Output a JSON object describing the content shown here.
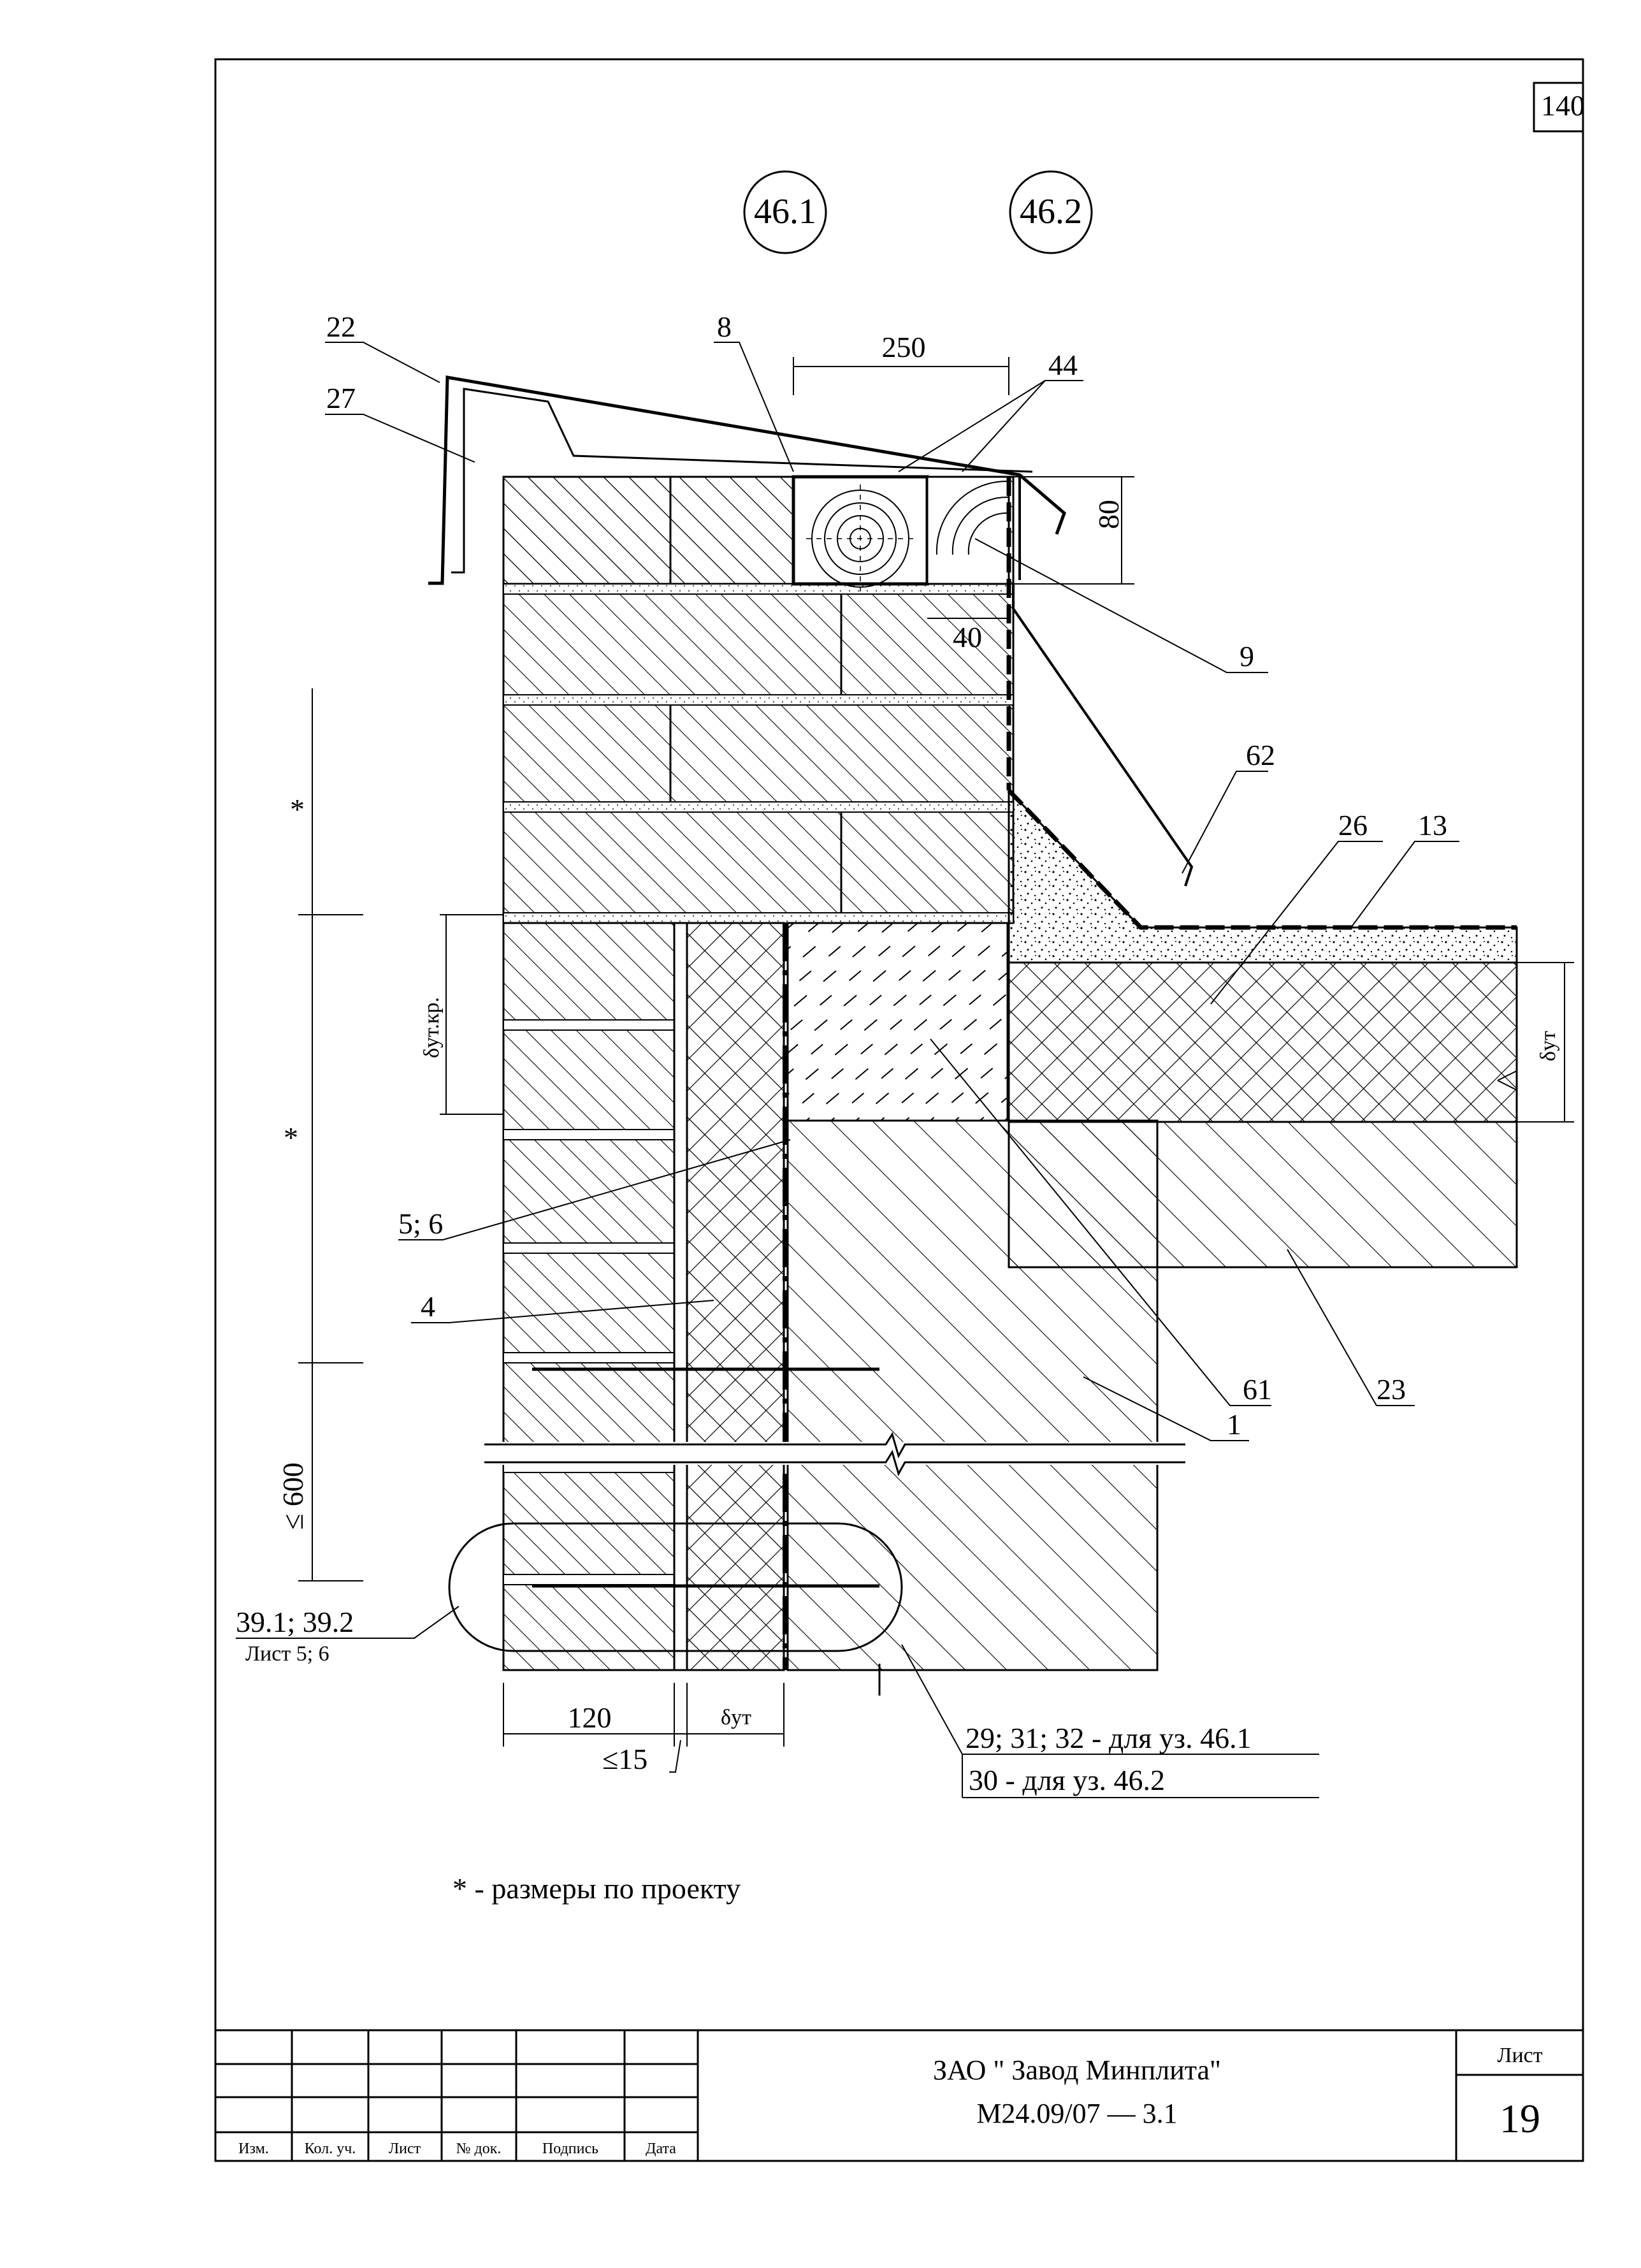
{
  "sheet_number_top": "140",
  "node_tags": [
    "46.1",
    "46.2"
  ],
  "callouts": {
    "c22": "22",
    "c27": "27",
    "c8": "8",
    "c44": "44",
    "c9": "9",
    "c62": "62",
    "c26": "26",
    "c13": "13",
    "c5_6": "5; 6",
    "c4": "4",
    "c61": "61",
    "c1": "1",
    "c23": "23",
    "c39": "39.1; 39.2",
    "c39_sheet": "Лист 5; 6",
    "c29": "29; 31; 32 - для уз. 46.1",
    "c30": "30 - для уз. 46.2"
  },
  "dimensions": {
    "d250": "250",
    "d80": "80",
    "d40": "40",
    "d600": "≤ 600",
    "d120": "120",
    "d15": "≤15",
    "d_ut": "δут",
    "d_ut_kr": "δут.кр.",
    "star": "*"
  },
  "note": "* - размеры по проекту",
  "title_block": {
    "company": "ЗАО \" Завод Минплита\"",
    "code": "М24.09/07  —  3.1",
    "sheet_label": "Лист",
    "sheet_value": "19",
    "columns": [
      "Изм.",
      "Кол. уч.",
      "Лист",
      "№ док.",
      "Подпись",
      "Дата"
    ]
  }
}
